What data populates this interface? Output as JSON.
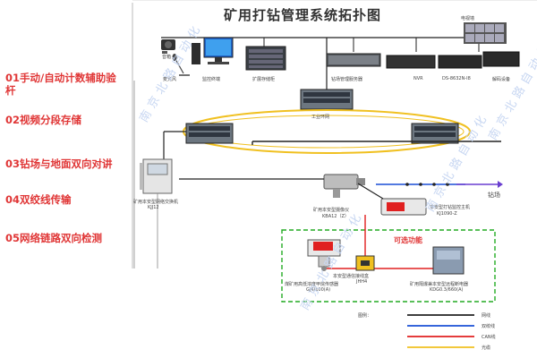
{
  "title": "矿用打钻管理系统拓扑图",
  "features": [
    "01手动/自动计数辅助验杆",
    "02视频分段存储",
    "03钻场与地面双向对讲",
    "04双绞线传输",
    "05网络链路双向检测"
  ],
  "devices": {
    "speaker": "音箱",
    "mic": "麦克风",
    "monitor": "监控终端",
    "storage": "扩展存储柜",
    "server": "钻场管理服务器",
    "nvr": "NVR",
    "decoder": "DS-8632N-I8",
    "tvwall": "电视墙",
    "decode_device": "解码设备",
    "ring": "工业环网",
    "switch_name": "矿用本安型网络交换机",
    "switch_model": "KJJ12",
    "camera_name": "矿用本安型摄像仪",
    "camera_model": "KBA12（Z）",
    "drill_name": "本安型打钻监控主机",
    "drill_model": "KJ1090-Z",
    "drill_site": "钻场",
    "optional": "可选功能",
    "gas_name": "煤矿用高低浓度甲烷传感器",
    "gas_model": "GJ4/100(A)",
    "junction_name": "本安型通信接线盒",
    "junction_model": "JHH4",
    "feeder_name": "矿用隔爆兼本安型远程断电器",
    "feeder_model": "KDG0.3/660(A)"
  },
  "legend": {
    "title": "图例：",
    "items": [
      {
        "label": "网线",
        "color": "#222222"
      },
      {
        "label": "双绞线",
        "color": "#1a4fd6"
      },
      {
        "label": "CAN线",
        "color": "#e02020"
      },
      {
        "label": "光缆",
        "color": "#f0c020"
      }
    ]
  },
  "watermark": "南京北路自动化",
  "colors": {
    "feature_text": "#e03636",
    "optional_border": "#22aa22",
    "optional_label": "#e03636"
  }
}
